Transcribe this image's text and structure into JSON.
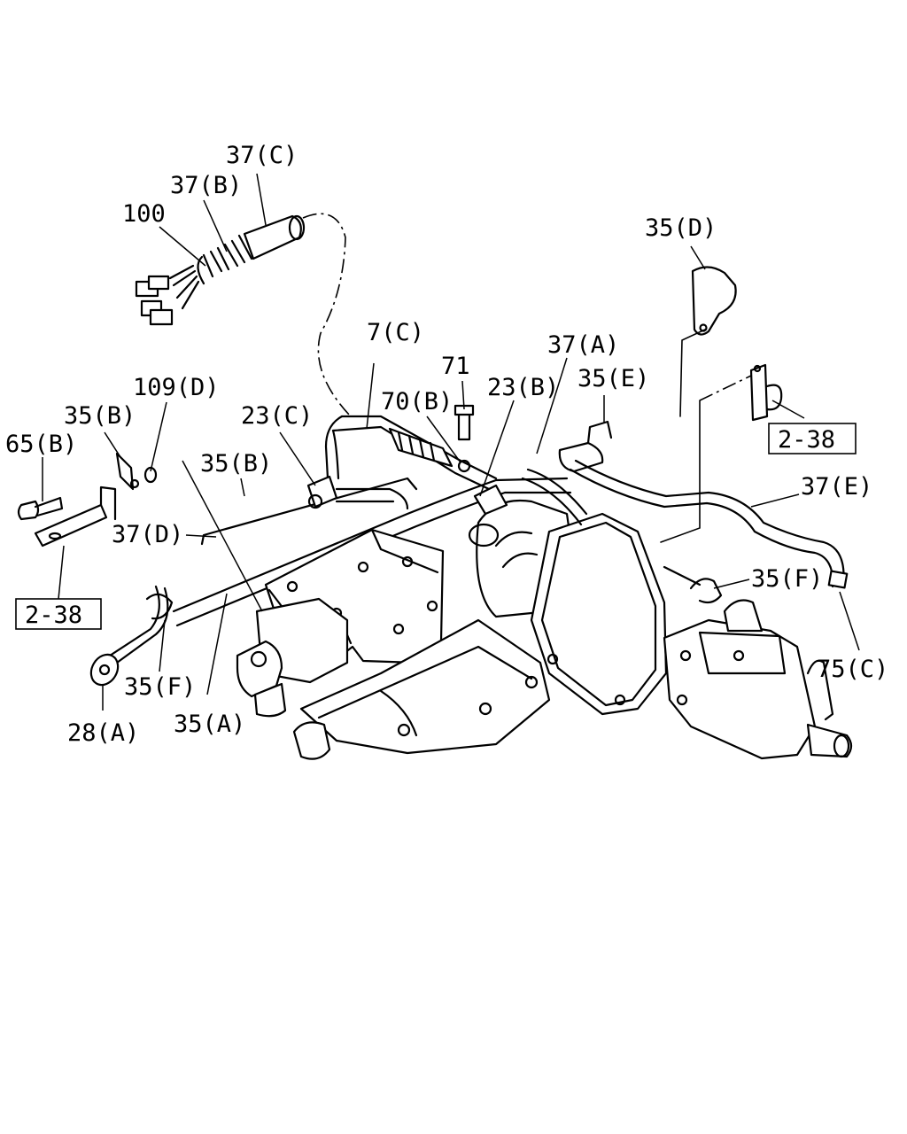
{
  "callouts": {
    "c37c": "37(C)",
    "c37b": "37(B)",
    "c100": "100",
    "c35d": "35(D)",
    "c7c": "7(C)",
    "c37a": "37(A)",
    "c71": "71",
    "c109d": "109(D)",
    "c35e": "35(E)",
    "c70b": "70(B)",
    "c23b": "23(B)",
    "c35b_top": "35(B)",
    "c23c": "23(C)",
    "c65b": "65(B)",
    "c35b_mid": "35(B)",
    "c37e": "37(E)",
    "c37d": "37(D)",
    "c35f_right": "35(F)",
    "c75c": "75(C)",
    "c35f_left": "35(F)",
    "c28a": "28(A)",
    "c35a": "35(A)"
  },
  "refs": {
    "ref_left": "2-38",
    "ref_right": "2-38"
  }
}
